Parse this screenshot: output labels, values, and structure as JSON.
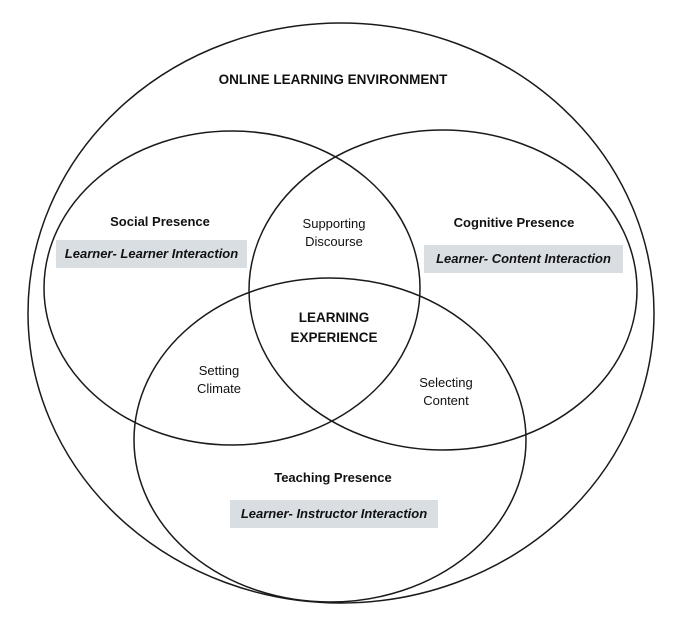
{
  "environment": {
    "title": "ONLINE LEARNING ENVIRONMENT"
  },
  "social": {
    "title": "Social Presence",
    "interaction": "Learner- Learner Interaction"
  },
  "cognitive": {
    "title": "Cognitive Presence",
    "interaction": "Learner- Content Interaction"
  },
  "teaching": {
    "title": "Teaching Presence",
    "interaction": "Learner- Instructor Interaction"
  },
  "overlaps": {
    "social_cognitive": [
      "Supporting",
      "Discourse"
    ],
    "social_teaching": [
      "Setting",
      "Climate"
    ],
    "cognitive_teaching": [
      "Selecting",
      "Content"
    ],
    "center": [
      "LEARNING",
      "EXPERIENCE"
    ]
  },
  "colors": {
    "stroke": "#1a1a1a",
    "box_fill": "#d9dee3",
    "background": "#ffffff"
  }
}
